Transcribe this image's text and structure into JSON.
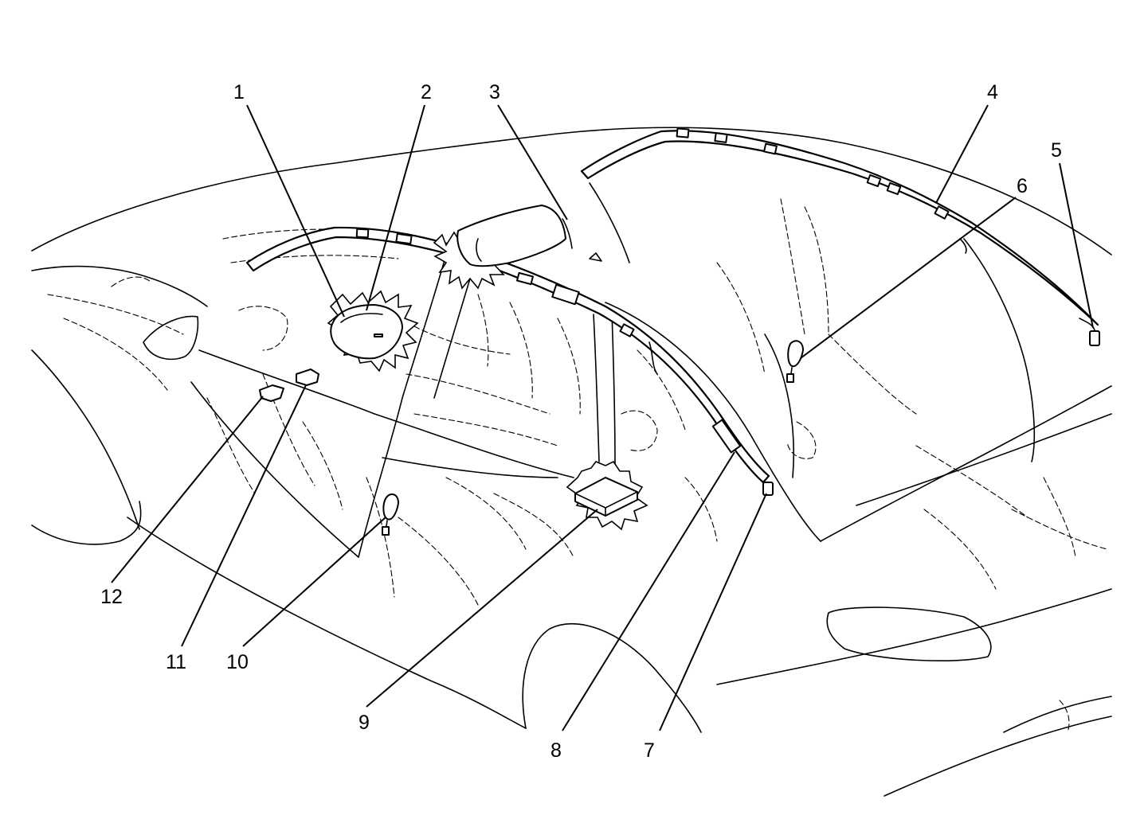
{
  "diagram": {
    "callouts": [
      {
        "id": 1,
        "label": "1"
      },
      {
        "id": 2,
        "label": "2"
      },
      {
        "id": 3,
        "label": "3"
      },
      {
        "id": 4,
        "label": "4"
      },
      {
        "id": 5,
        "label": "5"
      },
      {
        "id": 6,
        "label": "6"
      },
      {
        "id": 7,
        "label": "7"
      },
      {
        "id": 8,
        "label": "8"
      },
      {
        "id": 9,
        "label": "9"
      },
      {
        "id": 10,
        "label": "10"
      },
      {
        "id": 11,
        "label": "11"
      },
      {
        "id": 12,
        "label": "12"
      }
    ],
    "colors": {
      "line": "#000000",
      "background": "#ffffff"
    }
  }
}
